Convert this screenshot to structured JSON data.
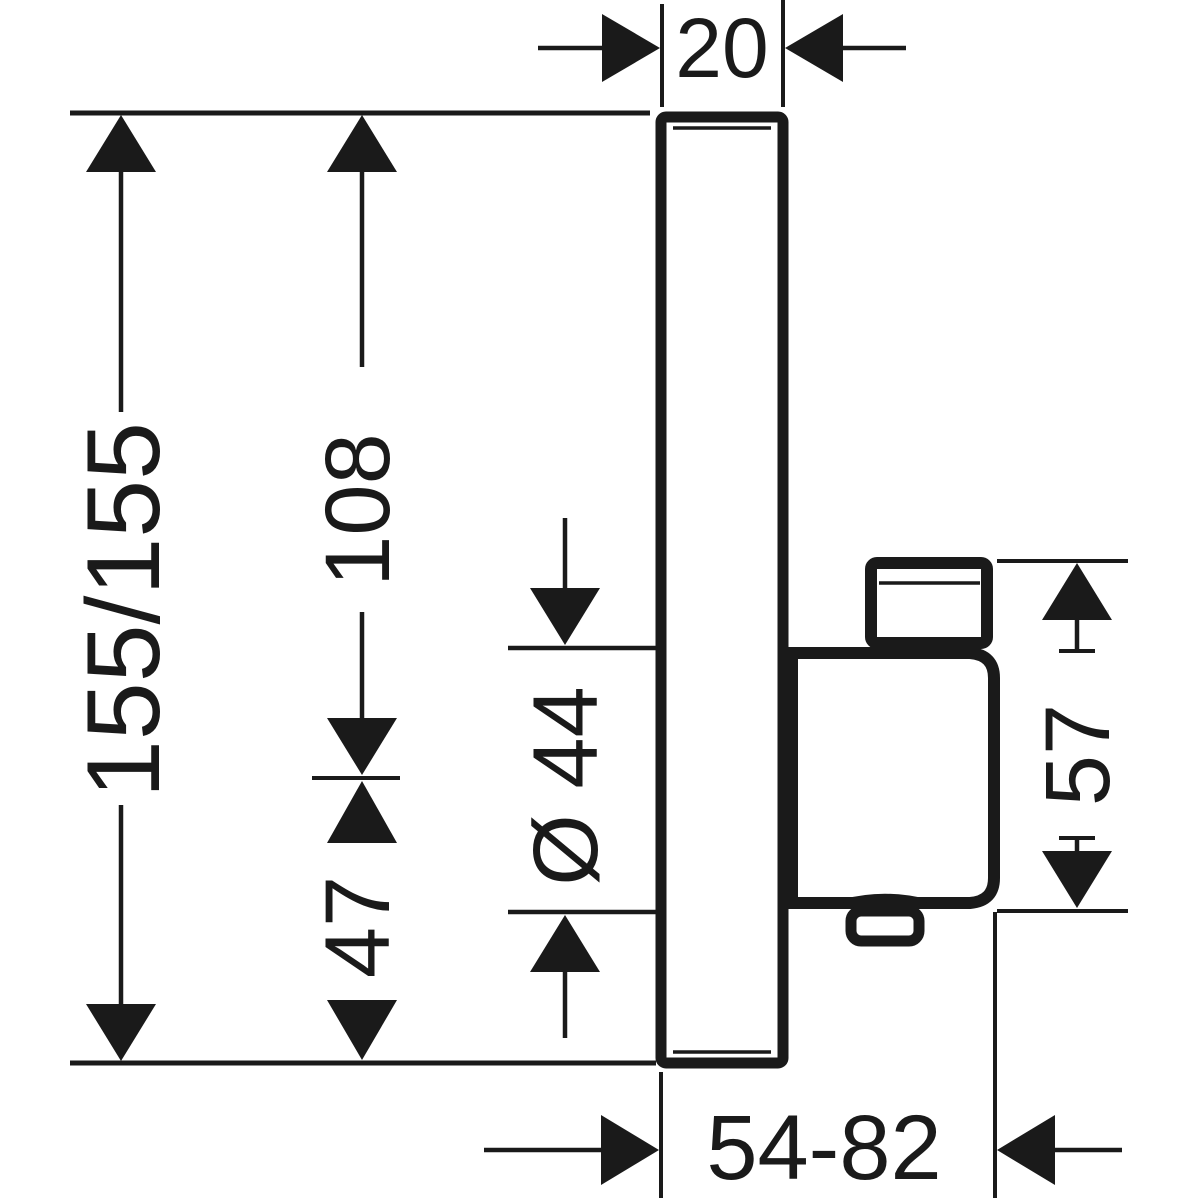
{
  "drawing": {
    "background_color": "#ffffff",
    "line_color": "#1a1a1a",
    "dimensions": {
      "plate_depth": "20",
      "plate_size": "155/155",
      "top_to_handle_center": "108",
      "handle_center_to_bottom": "47",
      "handle_diameter": "Ø 44",
      "handle_height": "57",
      "installation_depth_range": "54-82"
    }
  }
}
